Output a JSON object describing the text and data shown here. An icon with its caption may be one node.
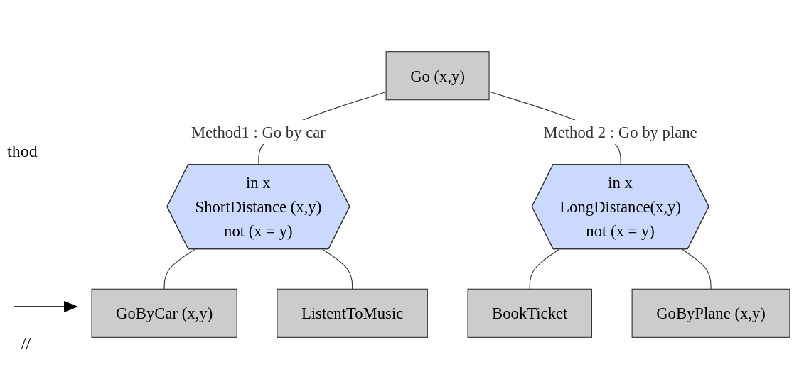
{
  "diagram": {
    "nodes": [
      {
        "text": [
          "Go (x,y)"
        ]
      },
      {
        "text": [
          "in x",
          "ShortDistance (x,y)",
          "not (x = y)"
        ]
      },
      {
        "text": [
          "in x",
          "LongDistance(x,y)",
          "not (x = y)"
        ]
      },
      {
        "text": [
          "GoByCar (x,y)"
        ]
      },
      {
        "text": [
          "ListentToMusic"
        ]
      },
      {
        "text": [
          "BookTicket"
        ]
      },
      {
        "text": [
          "GoByPlane (x,y)"
        ]
      }
    ],
    "edges": [
      {
        "from": 0,
        "to": 1,
        "arrow": "none",
        "label": "Method1 : Go by car"
      },
      {
        "from": 0,
        "to": 2,
        "arrow": "none",
        "label": "Method 2 : Go by plane"
      },
      {
        "from": 1,
        "to": 3,
        "arrow": "none"
      },
      {
        "from": 1,
        "to": 4,
        "arrow": "none"
      },
      {
        "from": 2,
        "to": 5,
        "arrow": "none"
      },
      {
        "from": 2,
        "to": 6,
        "arrow": "none"
      }
    ],
    "labels": [
      "thod",
      "//"
    ]
  }
}
